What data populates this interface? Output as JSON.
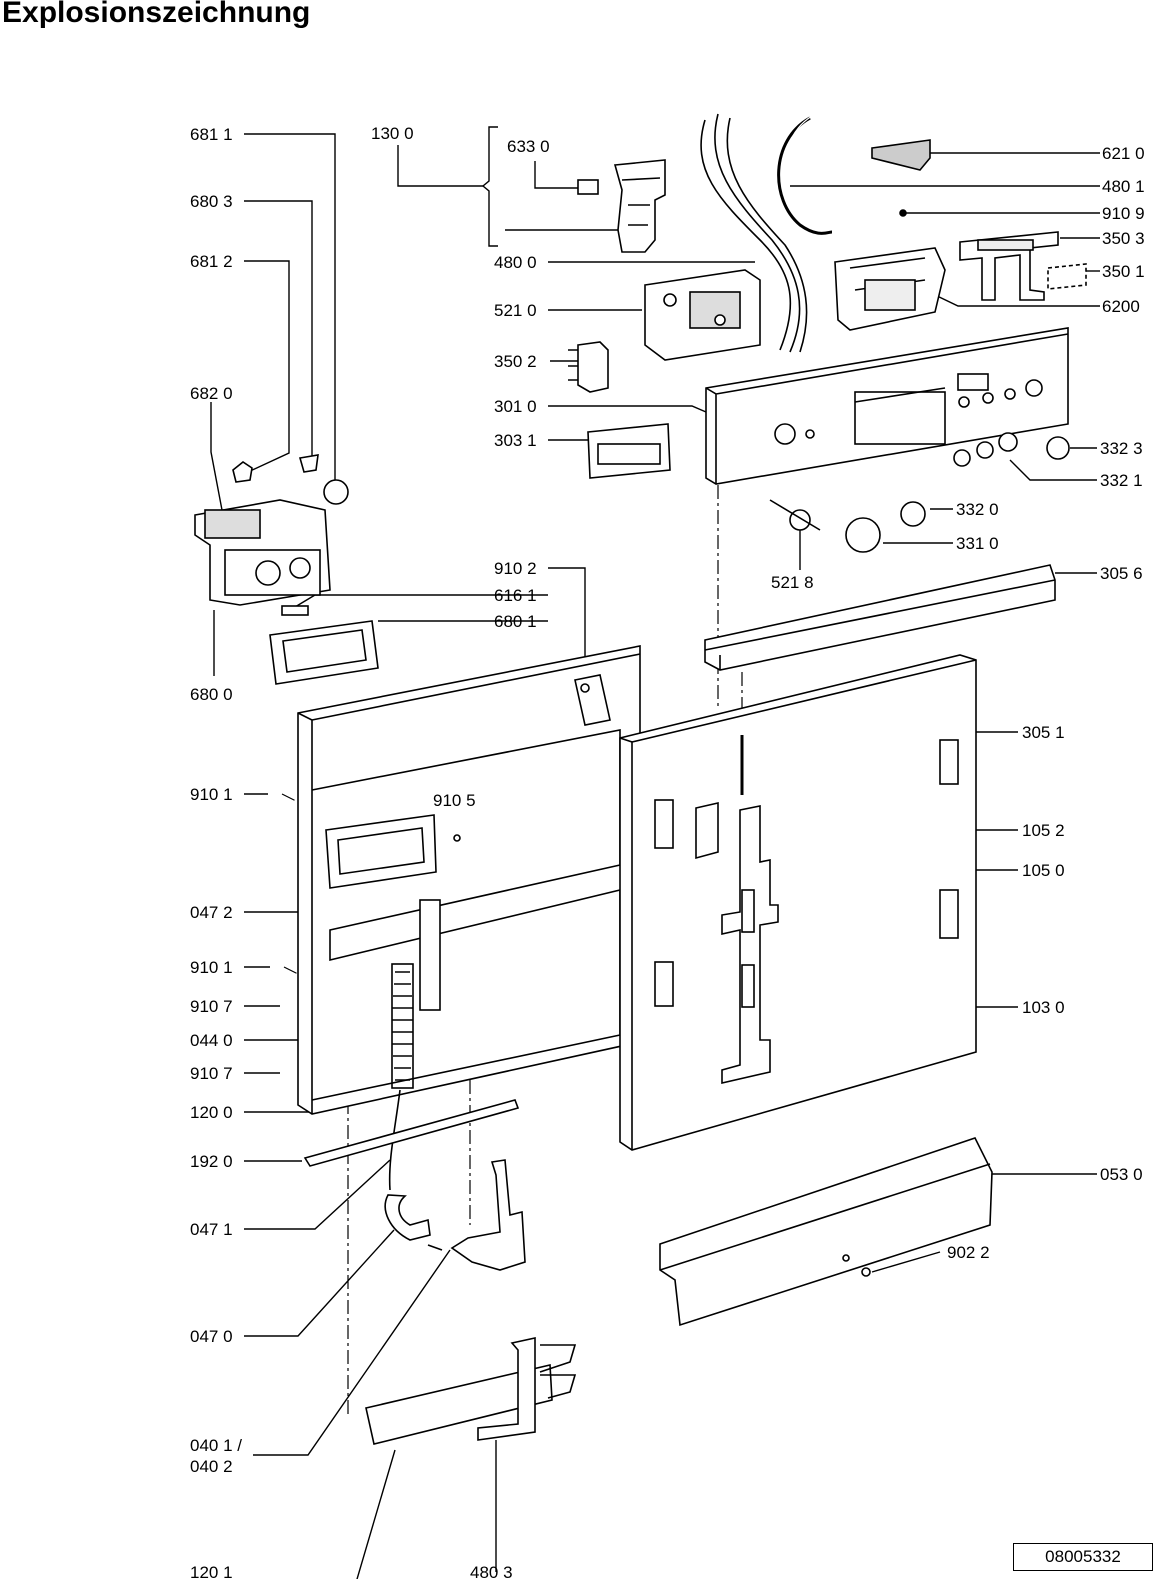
{
  "header": {
    "title": "Explosionszeichnung"
  },
  "document_number": "08005332",
  "part_labels": {
    "p6811": "681 1",
    "p6803": "680 3",
    "p6812": "681 2",
    "p6820": "682 0",
    "p1300": "130 0",
    "p6330": "633 0",
    "p4800": "480 0",
    "p5210": "521 0",
    "p3502": "350 2",
    "p3010": "301 0",
    "p3031": "303 1",
    "p6210": "621 0",
    "p4801": "480 1",
    "p9109": "910 9",
    "p3503": "350 3",
    "p3501": "350 1",
    "p6200": "6200",
    "p3323": "332 3",
    "p3321": "332 1",
    "p3320": "332 0",
    "p3310": "331 0",
    "p5218": "521 8",
    "p3056": "305 6",
    "p9102": "910 2",
    "p6161": "616 1",
    "p6801": "680 1",
    "p6800": "680 0",
    "p3051": "305 1",
    "p1052": "105 2",
    "p1050": "105 0",
    "p1030": "103 0",
    "p9101a": "910 1",
    "p9105": "910 5",
    "p0472": "047 2",
    "p9101b": "910 1",
    "p9107a": "910 7",
    "p0440": "044 0",
    "p9107b": "910 7",
    "p1200": "120 0",
    "p1920": "192 0",
    "p0471": "047 1",
    "p0470": "047 0",
    "p0401a": "040 1 /",
    "p0401b": "040 2",
    "p1201": "120 1",
    "p4803": "480 3",
    "p0530": "053 0",
    "p9022": "902 2"
  }
}
